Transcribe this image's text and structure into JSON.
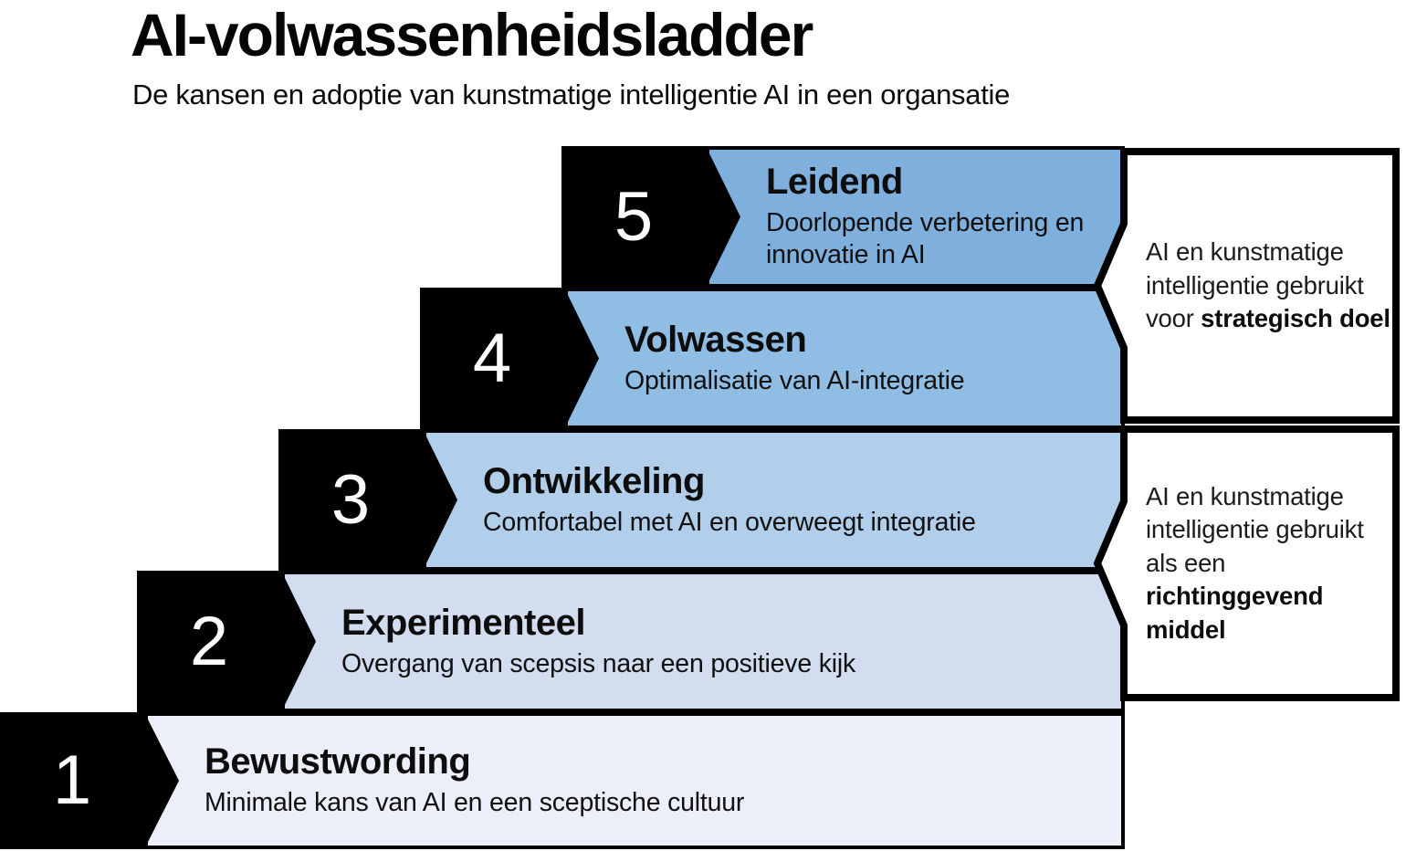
{
  "header": {
    "title": "AI-volwassenheidsladder",
    "subtitle": "De kansen en adoptie van kunstmatige intelligentie AI in een organsatie"
  },
  "ladder": {
    "step_shape_color": "#000000",
    "number_color": "#ffffff",
    "steps": [
      {
        "number": "1",
        "title": "Bewustwording",
        "description": "Minimale kans van AI en een sceptische cultuur",
        "bar_color": "#eceff9"
      },
      {
        "number": "2",
        "title": "Experimenteel",
        "description": "Overgang van scepsis naar een positieve kijk",
        "bar_color": "#d3ddf0"
      },
      {
        "number": "3",
        "title": "Ontwikkeling",
        "description": "Comfortabel met AI en overweegt integratie",
        "bar_color": "#b1cfea"
      },
      {
        "number": "4",
        "title": "Volwassen",
        "description": "Optimalisatie van AI-integratie",
        "bar_color": "#90bde3"
      },
      {
        "number": "5",
        "title": "Leidend",
        "description": "Doorlopende verbetering en innovatie in AI",
        "bar_color": "#7fb0dd"
      }
    ]
  },
  "callouts": [
    {
      "text_normal": "AI en kunstmatige intelligentie gebruikt voor ",
      "text_bold": "strategisch doel"
    },
    {
      "text_normal": "AI en kunstmatige intelligentie gebruikt als een ",
      "text_bold": "richtinggevend middel"
    }
  ]
}
